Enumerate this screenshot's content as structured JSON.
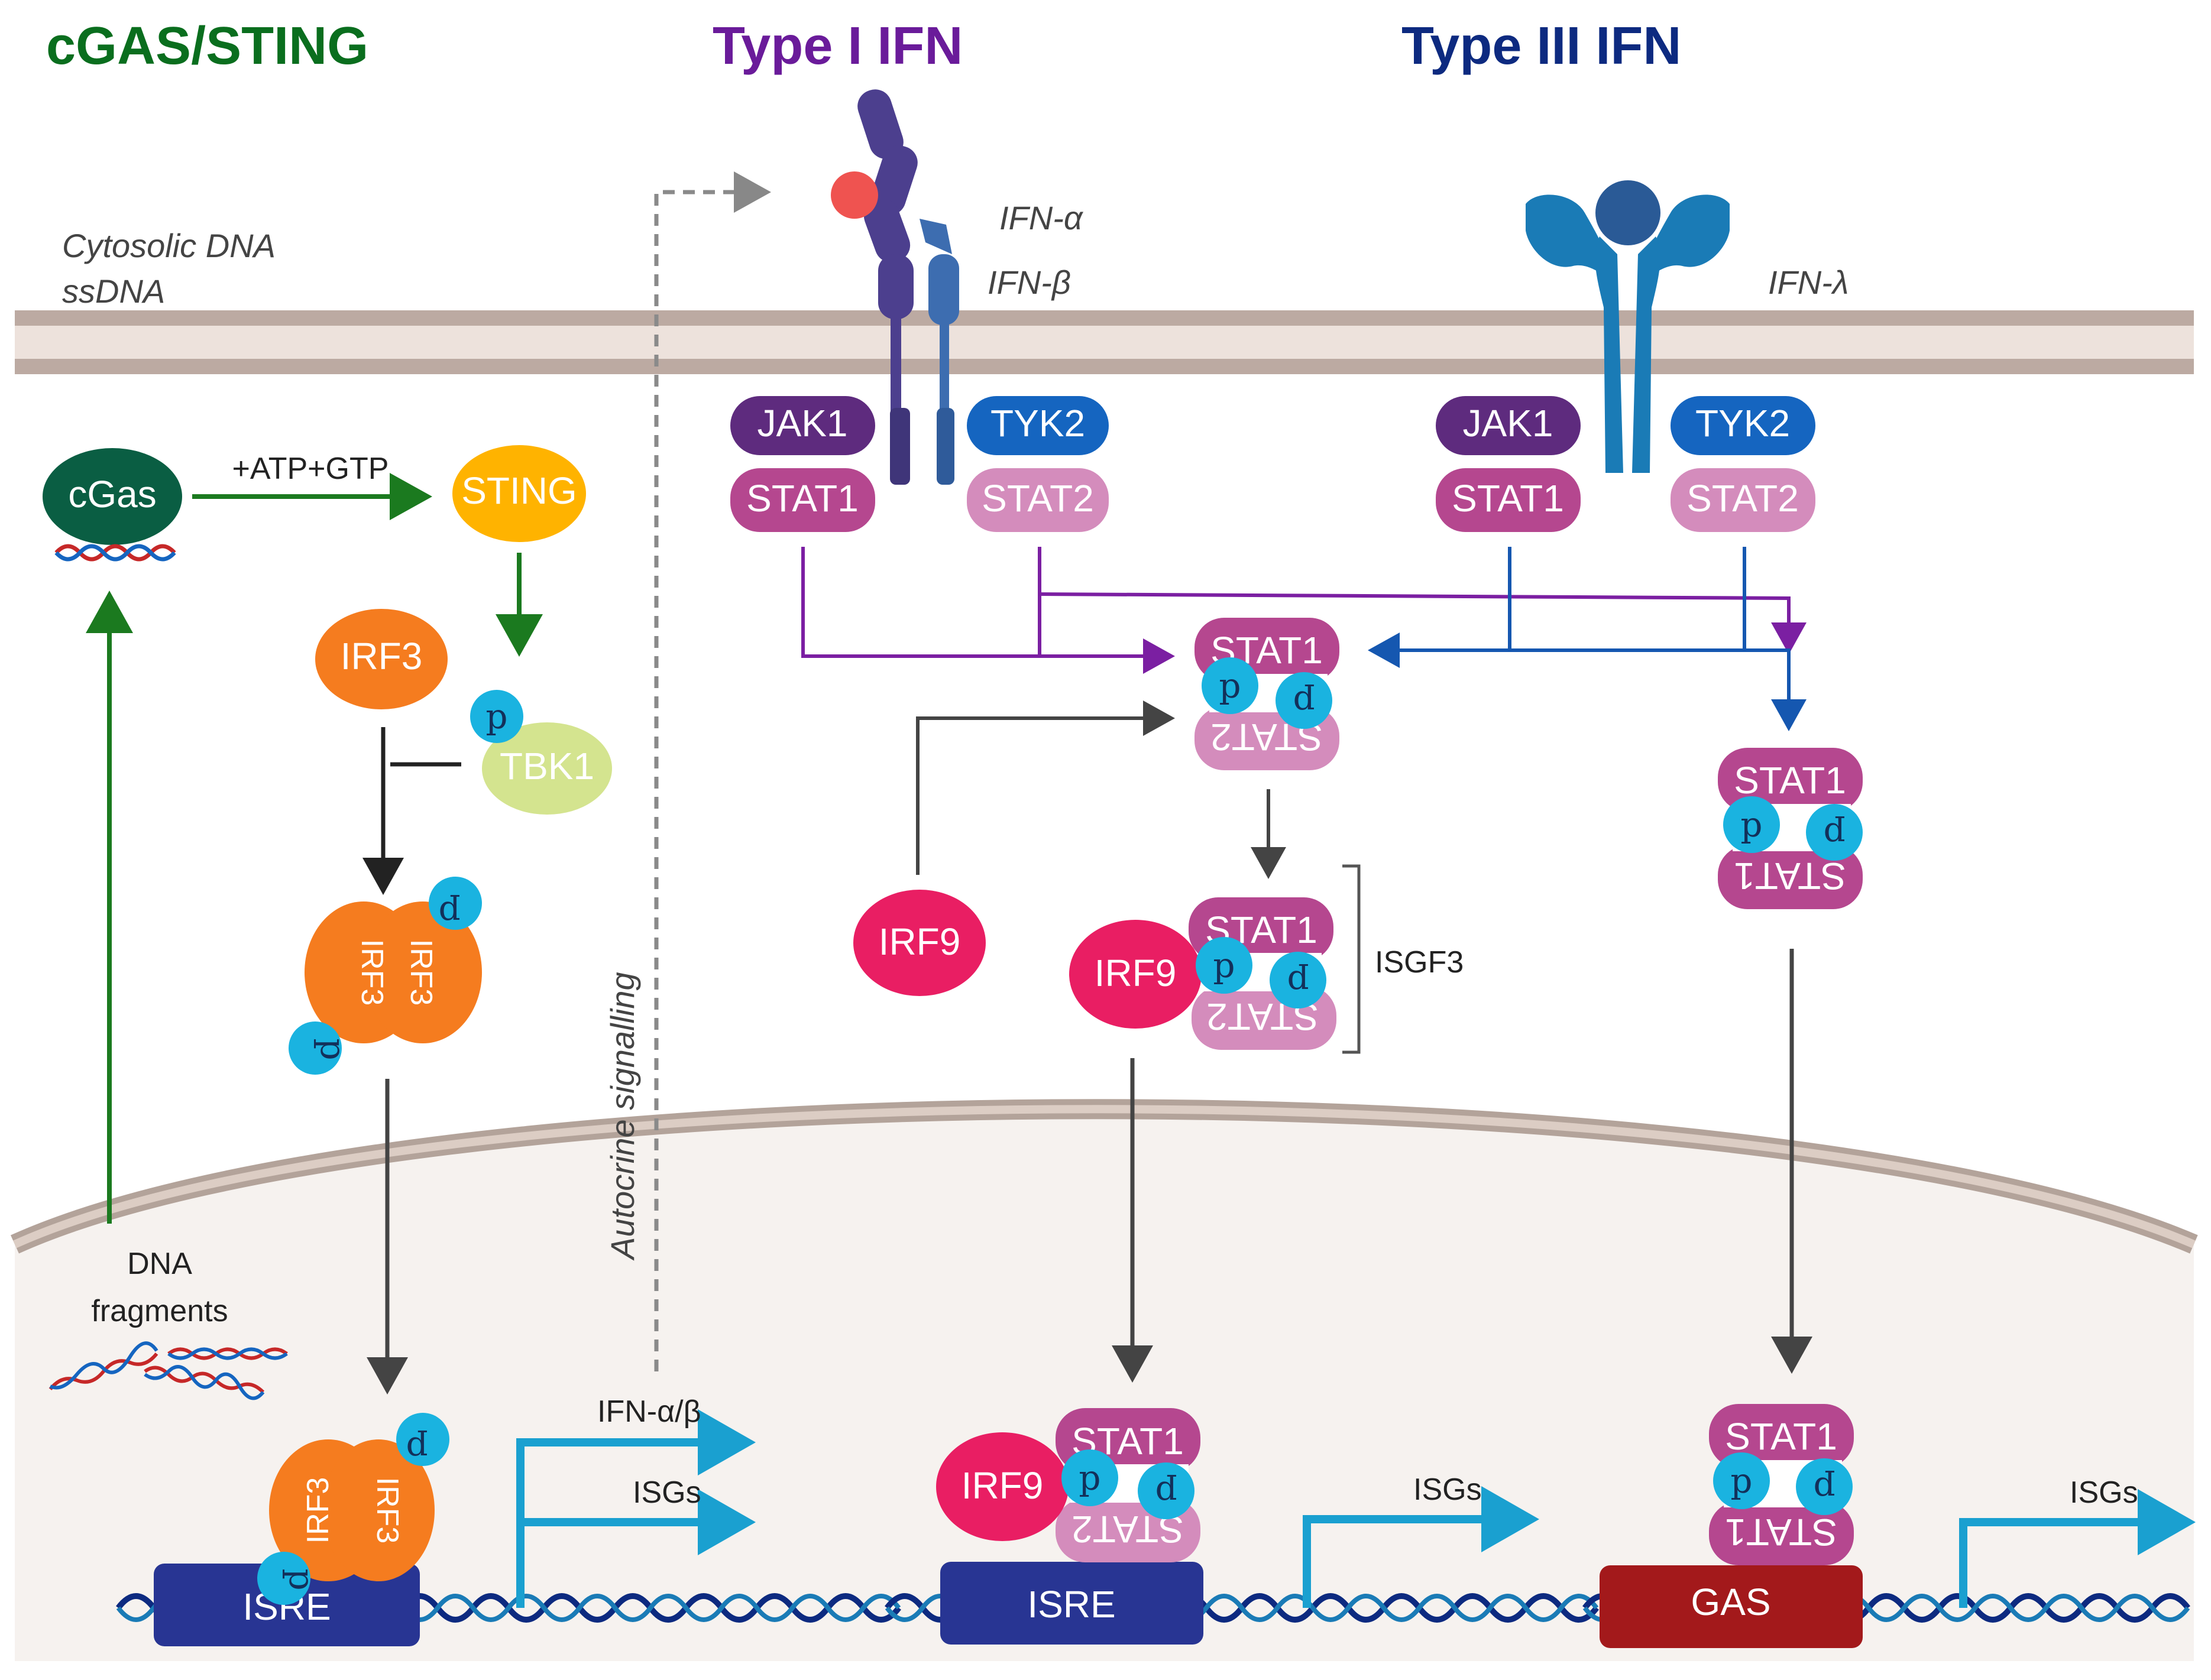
{
  "titles": {
    "cgas_sting": "cGAS/STING",
    "type1": "Type I IFN",
    "type3": "Type III IFN"
  },
  "ligands": {
    "cytosolic_dna": "Cytosolic DNA",
    "ssdna": "ssDNA",
    "ifn_alpha": "IFN-α",
    "ifn_beta": "IFN-β",
    "ifn_lambda": "IFN-λ"
  },
  "cgas": {
    "cgas": "cGas",
    "atp_gtp": "+ATP+GTP",
    "sting": "STING",
    "irf3": "IRF3",
    "tbk1": "TBK1",
    "p": "p",
    "dna_fragments_1": "DNA",
    "dna_fragments_2": "fragments",
    "ifn_ab": "IFN-α/β",
    "isgs": "ISGs",
    "isre": "ISRE"
  },
  "autocrine": "Autocrine signalling",
  "type1": {
    "jak1": "JAK1",
    "tyk2": "TYK2",
    "stat1": "STAT1",
    "stat2": "STAT2",
    "irf9": "IRF9",
    "isgf3": "ISGF3",
    "isgs": "ISGs",
    "isre": "ISRE"
  },
  "type3": {
    "jak1": "JAK1",
    "tyk2": "TYK2",
    "stat1": "STAT1",
    "stat2": "STAT2",
    "isgs": "ISGs",
    "gas": "GAS"
  },
  "colors": {
    "green_dark": "#0a6e1e",
    "purple": "#6a1b9a",
    "navy": "#0d2a80",
    "jak1": "#5e2b7e",
    "tyk2": "#1565c0",
    "stat1": "#b5478f",
    "stat2": "#d48cbc",
    "irf3": "#f57c1f",
    "irf9": "#e91e63",
    "sting": "#ffb300",
    "tbk1": "#d4e48f",
    "cgas": "#0a5e43",
    "p_circle": "#1ab3e0",
    "isre": "#283593",
    "gas": "#a3191b",
    "transcript_arrow": "#1aa0d0"
  }
}
